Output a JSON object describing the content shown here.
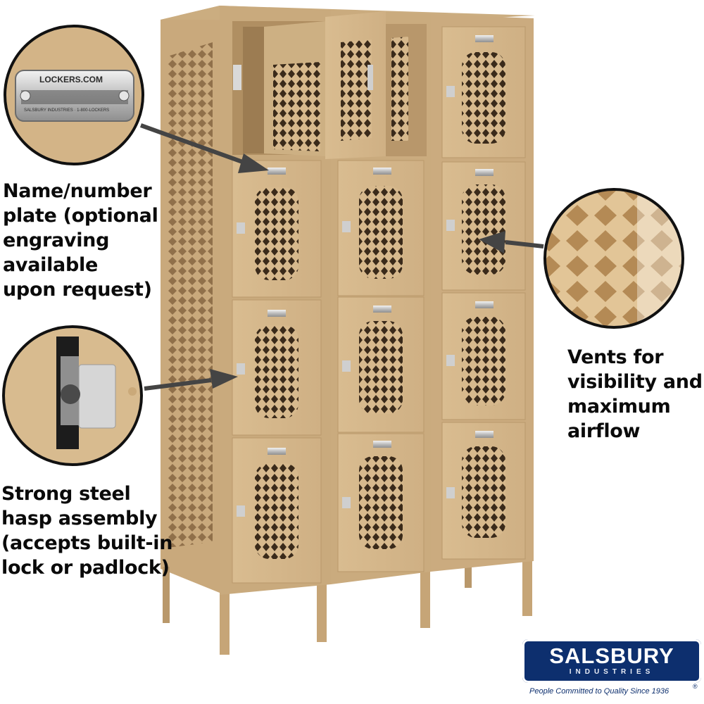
{
  "callouts": {
    "nameplate": {
      "lines": [
        "Name/number",
        "plate (optional",
        "engraving",
        "available",
        "upon request)"
      ],
      "icon": "nameplate-closeup"
    },
    "hasp": {
      "lines": [
        "Strong steel",
        "hasp assembly",
        "(accepts built-in",
        "lock or padlock)"
      ],
      "icon": "hasp-closeup"
    },
    "vents": {
      "lines": [
        "Vents for",
        "visibility and",
        "maximum",
        "airflow"
      ],
      "icon": "vent-closeup"
    }
  },
  "nameplate_closeup": {
    "top_text": "LOCKERS.COM",
    "bottom_text": "SALSBURY INDUSTRIES · 1-800-LOCKERS"
  },
  "brand": {
    "name": "SALSBURY",
    "sub": "INDUSTRIES",
    "tagline": "People Committed to Quality Since 1936",
    "trademark": "®"
  },
  "product": {
    "description_icon": "triple-tier-vented-locker-icon",
    "colors": {
      "tan": "#d7b98d",
      "tan_dark": "#b9986b",
      "tan_light": "#e6cda6",
      "arrow": "#444444",
      "brand_blue": "#0d2f6e"
    }
  }
}
